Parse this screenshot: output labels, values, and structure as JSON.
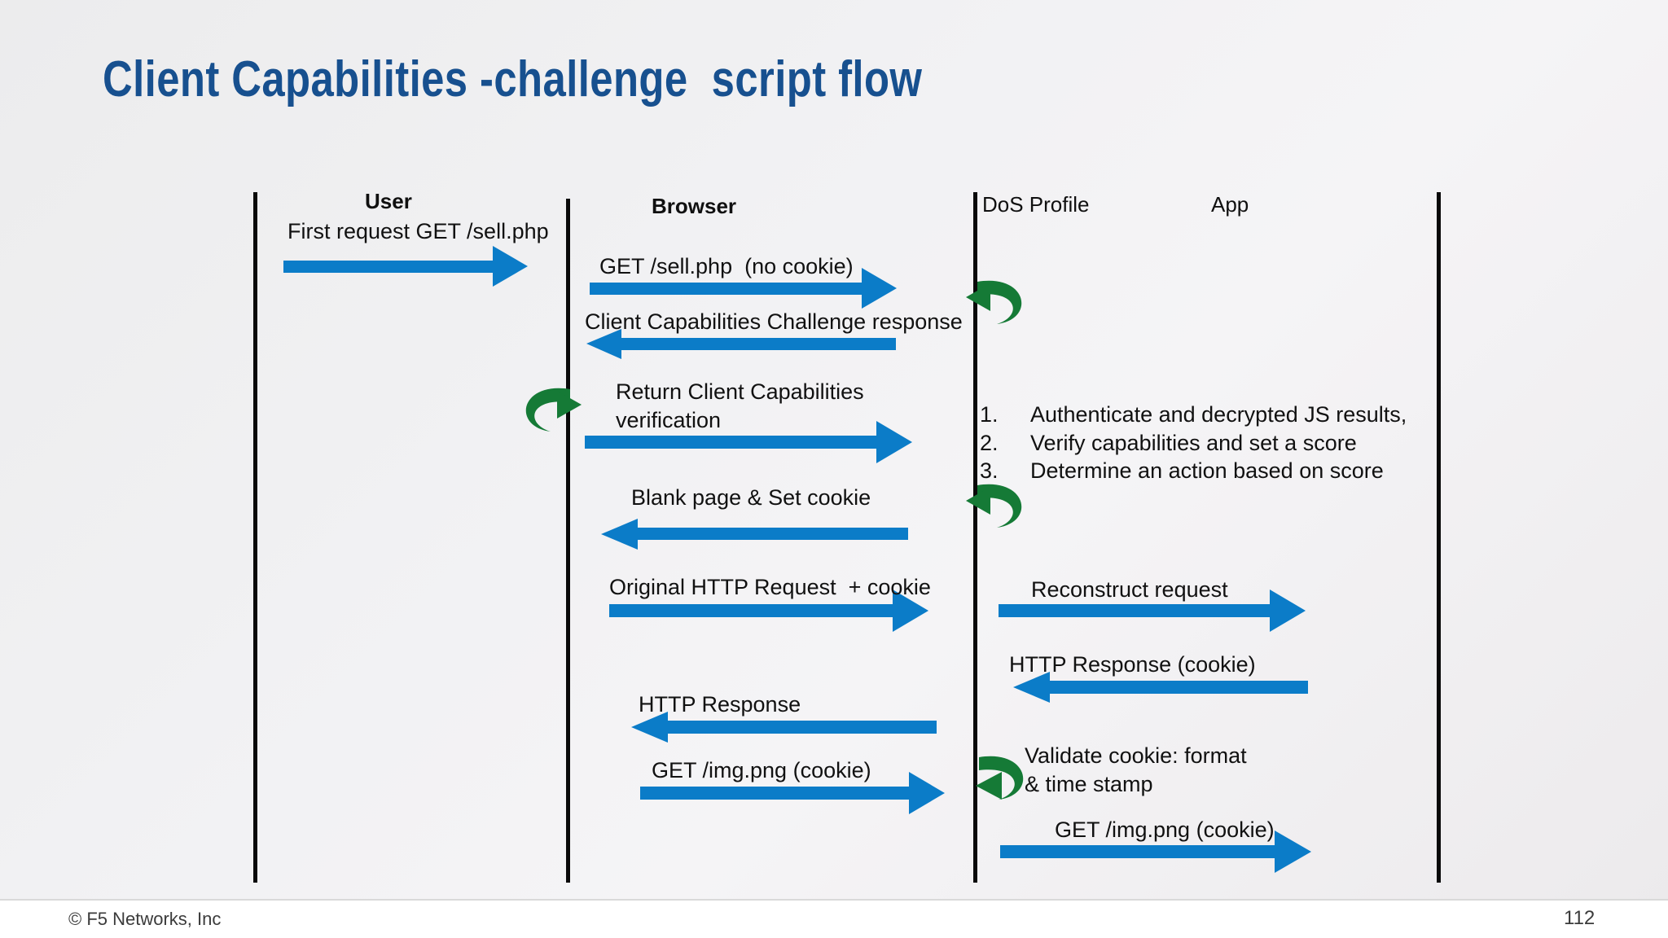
{
  "slide": {
    "title": "Client Capabilities -challenge  script flow",
    "title_color": "#17508f",
    "page_number": "112",
    "copyright": "© F5 Networks, Inc",
    "background_color": "#f0f0f1"
  },
  "palette": {
    "arrow_blue": "#0b7cc8",
    "loop_green": "#157a36",
    "lifeline_black": "#0a0a0a",
    "text_black": "#111111"
  },
  "columns": [
    {
      "label": "User",
      "bold": true
    },
    {
      "label": "Browser",
      "bold": true
    },
    {
      "label": "DoS Profile",
      "bold": false
    },
    {
      "label": "App",
      "bold": false
    }
  ],
  "messages": [
    {
      "label": "First request GET /sell.php",
      "direction": "right",
      "lane": "user-browser"
    },
    {
      "label": "GET /sell.php  (no cookie)",
      "direction": "right",
      "lane": "browser-dos"
    },
    {
      "label": "Client Capabilities Challenge response",
      "direction": "left",
      "lane": "browser-dos"
    },
    {
      "label": "Return Client Capabilities\nverification",
      "direction": "right",
      "lane": "browser-dos"
    },
    {
      "label": "Blank page & Set cookie",
      "direction": "left",
      "lane": "browser-dos"
    },
    {
      "label": "Original HTTP Request  + cookie",
      "direction": "right",
      "lane": "browser-dos"
    },
    {
      "label": "Reconstruct request",
      "direction": "right",
      "lane": "dos-app"
    },
    {
      "label": "HTTP Response (cookie)",
      "direction": "left",
      "lane": "dos-app"
    },
    {
      "label": "HTTP Response",
      "direction": "left",
      "lane": "browser-dos"
    },
    {
      "label": "GET /img.png (cookie)",
      "direction": "right",
      "lane": "browser-dos"
    },
    {
      "label": "GET /img.png (cookie)",
      "direction": "right",
      "lane": "dos-app"
    }
  ],
  "labels": {
    "msg_1": "First request GET /sell.php",
    "msg_2": "GET /sell.php  (no cookie)",
    "msg_3": "Client Capabilities Challenge response",
    "msg_4_line1": "Return Client Capabilities",
    "msg_4_line2": "verification",
    "msg_5": "Blank page & Set cookie",
    "msg_6": "Original HTTP Request  + cookie",
    "msg_7": "Reconstruct request",
    "msg_8": "HTTP Response (cookie)",
    "msg_9": "HTTP Response",
    "msg_10": "GET /img.png (cookie)",
    "msg_11": "GET /img.png (cookie)",
    "validate_line1": "Validate cookie: format",
    "validate_line2": "& time stamp"
  },
  "steps": [
    {
      "num": "1.",
      "text": "Authenticate and decrypted JS results,"
    },
    {
      "num": "2.",
      "text": "Verify capabilities and set a score"
    },
    {
      "num": "3.",
      "text": "Determine an action based on score"
    }
  ],
  "self_loops": [
    {
      "name": "dos-loop-challenge",
      "orientation": "right"
    },
    {
      "name": "browser-loop-verify",
      "orientation": "right"
    },
    {
      "name": "dos-loop-action",
      "orientation": "right"
    },
    {
      "name": "dos-loop-validate",
      "orientation": "left"
    }
  ]
}
